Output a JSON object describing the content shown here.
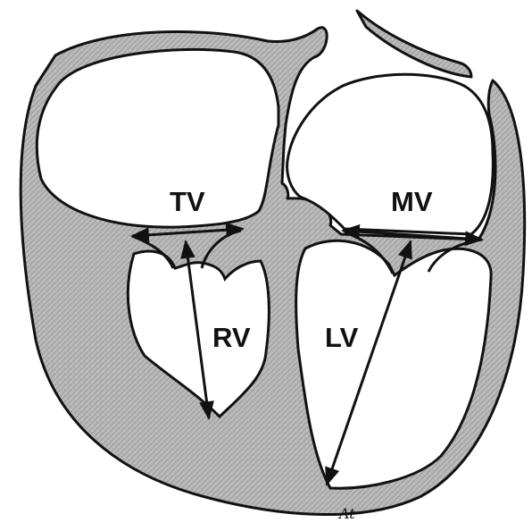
{
  "labels": {
    "tv": "TV",
    "mv": "MV",
    "rv": "RV",
    "lv": "LV"
  },
  "signature": "At",
  "colors": {
    "background": "#ffffff",
    "myocardium": "#b3b3b3",
    "outline": "#111111",
    "arrow": "#111111"
  }
}
